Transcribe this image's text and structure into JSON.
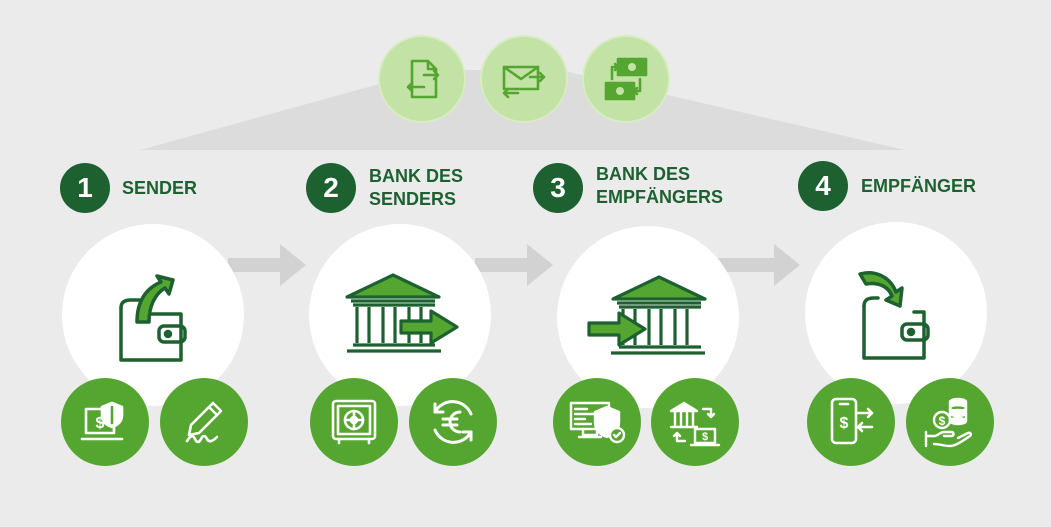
{
  "steps": [
    {
      "number": "1",
      "label_line1": "SENDER",
      "label_line2": ""
    },
    {
      "number": "2",
      "label_line1": "BANK DES",
      "label_line2": "SENDERS"
    },
    {
      "number": "3",
      "label_line1": "BANK DES",
      "label_line2": "EMPFÄNGERS"
    },
    {
      "number": "4",
      "label_line1": "EMPFÄNGER",
      "label_line2": ""
    }
  ],
  "top_icons": [
    "document-transfer-icon",
    "envelope-transfer-icon",
    "money-exchange-icon"
  ],
  "main_icons": [
    "wallet-send-icon",
    "bank-outgoing-icon",
    "bank-incoming-icon",
    "wallet-receive-icon"
  ],
  "sub_icons": [
    [
      "laptop-shield-dollar-icon",
      "pen-signature-icon"
    ],
    [
      "vault-icon",
      "euro-refresh-icon"
    ],
    [
      "monitor-shield-check-icon",
      "bank-laptop-exchange-icon"
    ],
    [
      "phone-dollar-transfer-icon",
      "hand-coins-icon"
    ]
  ],
  "colors": {
    "background": "#ebebeb",
    "dark_green": "#1e6131",
    "mid_green": "#55a630",
    "light_green": "#c3e2a5",
    "arrow_grey": "#d2d2d2"
  }
}
